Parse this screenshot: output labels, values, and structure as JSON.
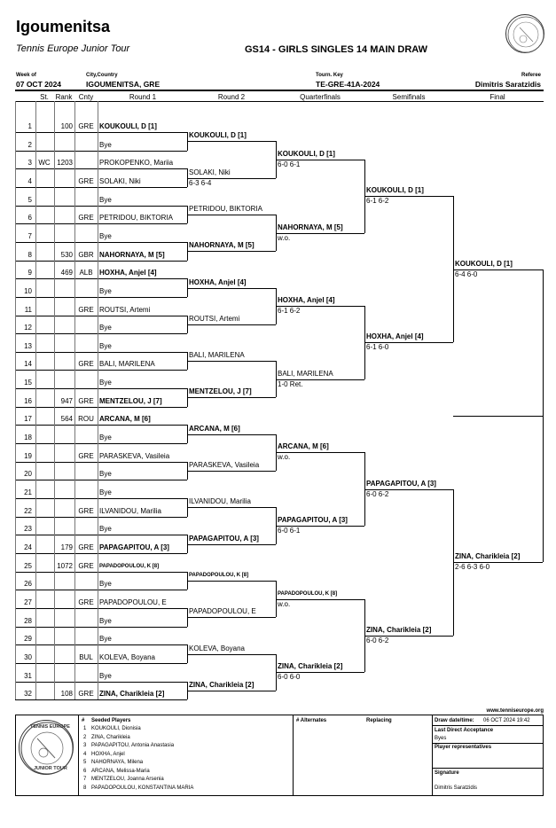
{
  "header": {
    "title": "Igoumenitsa",
    "subtitle": "Tennis Europe Junior Tour",
    "draw_name": "GS14 - GIRLS SINGLES 14 MAIN DRAW",
    "week_label": "Week of",
    "week_value": "07 OCT 2024",
    "city_label": "City,Country",
    "city_value": "IGOUMENITSA, GRE",
    "key_label": "Tourn. Key",
    "key_value": "TE-GRE-41A-2024",
    "referee_label": "Referee",
    "referee_value": "Dimitris Saratzidis",
    "logo_text": "TENNIS EUROPE"
  },
  "columns": {
    "st": "St.",
    "rank": "Rank",
    "cnty": "Cnty",
    "round1": "Round 1",
    "round2": "Round 2",
    "qf": "Quarterfinals",
    "sf": "Semifinals",
    "final": "Final"
  },
  "players": [
    {
      "num": "1",
      "st": "",
      "rank": "100",
      "cnty": "GRE",
      "name": "KOUKOULI, D [1]",
      "bold": true
    },
    {
      "num": "2",
      "st": "",
      "rank": "",
      "cnty": "",
      "name": "Bye",
      "bold": false
    },
    {
      "num": "3",
      "st": "WC",
      "rank": "1203",
      "cnty": "",
      "name": "PROKOPENKO, Mariia",
      "bold": false
    },
    {
      "num": "4",
      "st": "",
      "rank": "",
      "cnty": "GRE",
      "name": "SOLAKI, Niki",
      "bold": false
    },
    {
      "num": "5",
      "st": "",
      "rank": "",
      "cnty": "",
      "name": "Bye",
      "bold": false
    },
    {
      "num": "6",
      "st": "",
      "rank": "",
      "cnty": "GRE",
      "name": "PETRIDOU, BIKTORIA",
      "bold": false
    },
    {
      "num": "7",
      "st": "",
      "rank": "",
      "cnty": "",
      "name": "Bye",
      "bold": false
    },
    {
      "num": "8",
      "st": "",
      "rank": "530",
      "cnty": "GBR",
      "name": "NAHORNAYA, M [5]",
      "bold": true
    },
    {
      "num": "9",
      "st": "",
      "rank": "469",
      "cnty": "ALB",
      "name": "HOXHA, Anjel [4]",
      "bold": true
    },
    {
      "num": "10",
      "st": "",
      "rank": "",
      "cnty": "",
      "name": "Bye",
      "bold": false
    },
    {
      "num": "11",
      "st": "",
      "rank": "",
      "cnty": "GRE",
      "name": "ROUTSI, Artemi",
      "bold": false
    },
    {
      "num": "12",
      "st": "",
      "rank": "",
      "cnty": "",
      "name": "Bye",
      "bold": false
    },
    {
      "num": "13",
      "st": "",
      "rank": "",
      "cnty": "",
      "name": "Bye",
      "bold": false
    },
    {
      "num": "14",
      "st": "",
      "rank": "",
      "cnty": "GRE",
      "name": "BALI, MARILENA",
      "bold": false
    },
    {
      "num": "15",
      "st": "",
      "rank": "",
      "cnty": "",
      "name": "Bye",
      "bold": false
    },
    {
      "num": "16",
      "st": "",
      "rank": "947",
      "cnty": "GRE",
      "name": "MENTZELOU, J [7]",
      "bold": true
    },
    {
      "num": "17",
      "st": "",
      "rank": "564",
      "cnty": "ROU",
      "name": "ARCANA, M [6]",
      "bold": true
    },
    {
      "num": "18",
      "st": "",
      "rank": "",
      "cnty": "",
      "name": "Bye",
      "bold": false
    },
    {
      "num": "19",
      "st": "",
      "rank": "",
      "cnty": "GRE",
      "name": "PARASKEVA, Vasileia",
      "bold": false
    },
    {
      "num": "20",
      "st": "",
      "rank": "",
      "cnty": "",
      "name": "Bye",
      "bold": false
    },
    {
      "num": "21",
      "st": "",
      "rank": "",
      "cnty": "",
      "name": "Bye",
      "bold": false
    },
    {
      "num": "22",
      "st": "",
      "rank": "",
      "cnty": "GRE",
      "name": "ILVANIDOU, Marilia",
      "bold": false
    },
    {
      "num": "23",
      "st": "",
      "rank": "",
      "cnty": "",
      "name": "Bye",
      "bold": false
    },
    {
      "num": "24",
      "st": "",
      "rank": "179",
      "cnty": "GRE",
      "name": "PAPAGAPITOU, A [3]",
      "bold": true
    },
    {
      "num": "25",
      "st": "",
      "rank": "1072",
      "cnty": "GRE",
      "name": "PAPADOPOULOU, K [8]",
      "bold": true,
      "tiny": true
    },
    {
      "num": "26",
      "st": "",
      "rank": "",
      "cnty": "",
      "name": "Bye",
      "bold": false
    },
    {
      "num": "27",
      "st": "",
      "rank": "",
      "cnty": "GRE",
      "name": "PAPADOPOULOU, E",
      "bold": false
    },
    {
      "num": "28",
      "st": "",
      "rank": "",
      "cnty": "",
      "name": "Bye",
      "bold": false
    },
    {
      "num": "29",
      "st": "",
      "rank": "",
      "cnty": "",
      "name": "Bye",
      "bold": false
    },
    {
      "num": "30",
      "st": "",
      "rank": "",
      "cnty": "BUL",
      "name": "KOLEVA, Boyana",
      "bold": false
    },
    {
      "num": "31",
      "st": "",
      "rank": "",
      "cnty": "",
      "name": "Bye",
      "bold": false
    },
    {
      "num": "32",
      "st": "",
      "rank": "108",
      "cnty": "GRE",
      "name": "ZINA, Charikleia [2]",
      "bold": true
    }
  ],
  "round2": [
    {
      "name": "KOUKOULI, D [1]",
      "bold": true,
      "score": ""
    },
    {
      "name": "SOLAKI, Niki",
      "bold": false,
      "score": "6-3 6-4"
    },
    {
      "name": "PETRIDOU, BIKTORIA",
      "bold": false,
      "score": ""
    },
    {
      "name": "NAHORNAYA, M [5]",
      "bold": true,
      "score": ""
    },
    {
      "name": "HOXHA, Anjel [4]",
      "bold": true,
      "score": ""
    },
    {
      "name": "ROUTSI, Artemi",
      "bold": false,
      "score": ""
    },
    {
      "name": "BALI, MARILENA",
      "bold": false,
      "score": ""
    },
    {
      "name": "MENTZELOU, J [7]",
      "bold": true,
      "score": ""
    },
    {
      "name": "ARCANA, M [6]",
      "bold": true,
      "score": ""
    },
    {
      "name": "PARASKEVA, Vasileia",
      "bold": false,
      "score": ""
    },
    {
      "name": "ILVANIDOU, Marilia",
      "bold": false,
      "score": ""
    },
    {
      "name": "PAPAGAPITOU, A [3]",
      "bold": true,
      "score": ""
    },
    {
      "name": "PAPADOPOULOU, K [8]",
      "bold": true,
      "tiny": true,
      "score": ""
    },
    {
      "name": "PAPADOPOULOU, E",
      "bold": false,
      "score": ""
    },
    {
      "name": "KOLEVA, Boyana",
      "bold": false,
      "score": ""
    },
    {
      "name": "ZINA, Charikleia [2]",
      "bold": true,
      "score": ""
    }
  ],
  "quarterfinals": [
    {
      "name": "KOUKOULI, D [1]",
      "bold": true,
      "score": "6-0 6-1"
    },
    {
      "name": "NAHORNAYA, M [5]",
      "bold": true,
      "score": "w.o."
    },
    {
      "name": "HOXHA, Anjel [4]",
      "bold": true,
      "score": "6-1 6-2"
    },
    {
      "name": "BALI, MARILENA",
      "bold": false,
      "score": "1-0 Ret."
    },
    {
      "name": "ARCANA, M [6]",
      "bold": true,
      "score": "w.o."
    },
    {
      "name": "PAPAGAPITOU, A [3]",
      "bold": true,
      "score": "6-0 6-1"
    },
    {
      "name": "PAPADOPOULOU, K [8]",
      "bold": true,
      "tiny": true,
      "score": "w.o."
    },
    {
      "name": "ZINA, Charikleia [2]",
      "bold": true,
      "score": "6-0 6-0"
    }
  ],
  "semifinals": [
    {
      "name": "KOUKOULI, D [1]",
      "bold": true,
      "score": "6-1 6-2"
    },
    {
      "name": "HOXHA, Anjel [4]",
      "bold": true,
      "score": "6-1 6-0"
    },
    {
      "name": "PAPAGAPITOU, A [3]",
      "bold": true,
      "score": "6-0 6-2"
    },
    {
      "name": "ZINA, Charikleia [2]",
      "bold": true,
      "score": "6-0 6-2"
    }
  ],
  "final": [
    {
      "name": "KOUKOULI, D [1]",
      "bold": true,
      "score": "6-4 6-0"
    },
    {
      "name": "ZINA, Charikleia [2]",
      "bold": true,
      "score": "2-6 6-3 6-0"
    }
  ],
  "footer": {
    "website": "www.tenniseurope.org",
    "seeded_hdr_num": "#",
    "seeded_hdr": "Seeded Players",
    "seeded": [
      {
        "n": "1",
        "name": "KOUKOULI, Dionisia"
      },
      {
        "n": "2",
        "name": "ZINA, Charikleia"
      },
      {
        "n": "3",
        "name": "PAPAGAPITOU, Antonia Anastasia"
      },
      {
        "n": "4",
        "name": "HOXHA, Anjel"
      },
      {
        "n": "5",
        "name": "NAHORNAYA, Milena"
      },
      {
        "n": "6",
        "name": "ARCANA, Melissa-Maria"
      },
      {
        "n": "7",
        "name": "MENTZELOU, Joanna Arsenia"
      },
      {
        "n": "8",
        "name": "PAPADOPOULOU, KONSTANTINA MARIA"
      }
    ],
    "alternates_hdr": "# Alternates",
    "replacing_hdr": "Replacing",
    "draw_date_label": "Draw date/time:",
    "draw_date_value": "06 OCT 2024 19:42",
    "lda_label": "Last Direct Acceptance",
    "lda_value": "Byes",
    "reps_label": "Player representatives",
    "signature_label": "Signature",
    "signature_value": "Dimitris Saratzidis",
    "logo_top": "TENNIS EUROPE",
    "logo_bottom": "JUNIOR TOUR"
  }
}
